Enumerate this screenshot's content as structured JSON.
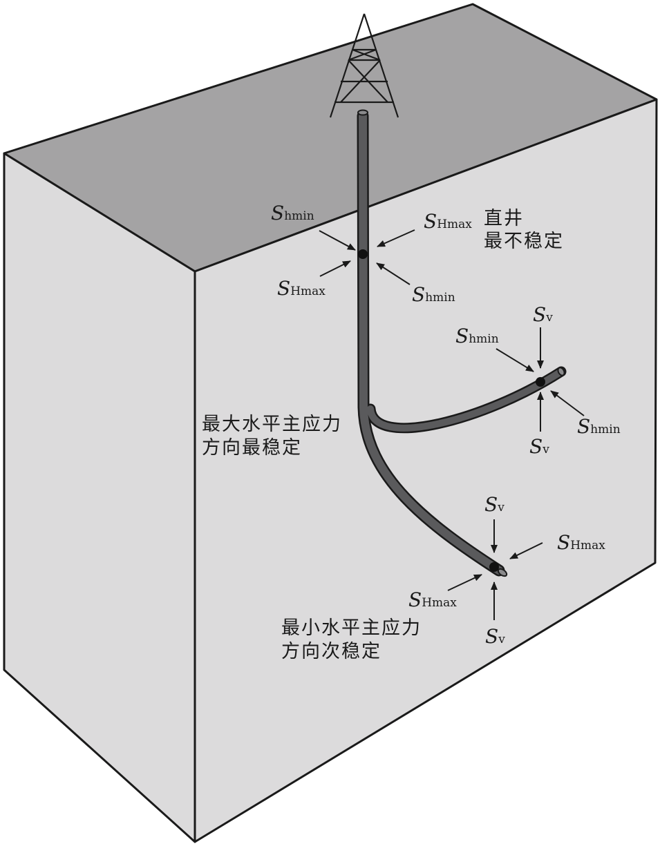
{
  "colors": {
    "top_face": "#a4a3a4",
    "side_face": "#dcdbdc",
    "pipe": "#5a5a5c",
    "outline": "#1a1a1a"
  },
  "icons": {
    "derrick": "drilling-derrick-icon",
    "arrow": "stress-arrow-icon"
  },
  "stress_symbols": {
    "s": "S",
    "hmin": "hmin",
    "Hmax": "Hmax",
    "v": "v"
  },
  "captions": {
    "vertical": [
      "直井",
      "最不稳定"
    ],
    "max_horizontal": [
      "最大水平主应力",
      "方向最稳定"
    ],
    "min_horizontal": [
      "最小水平主应力",
      "方向次稳定"
    ]
  }
}
